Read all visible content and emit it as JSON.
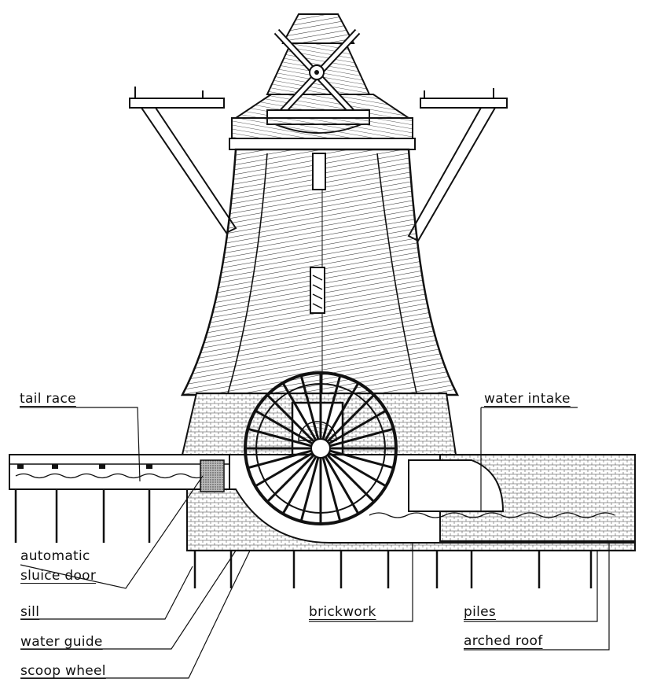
{
  "labels": {
    "tail_race": "tail race",
    "water_intake": "water intake",
    "automatic_line1": "automatic",
    "automatic_line2": "sluice door",
    "sill": "sill",
    "water_guide": "water guide",
    "scoop_wheel": "scoop wheel",
    "brickwork": "brickwork",
    "piles": "piles",
    "arched_roof": "arched roof"
  }
}
